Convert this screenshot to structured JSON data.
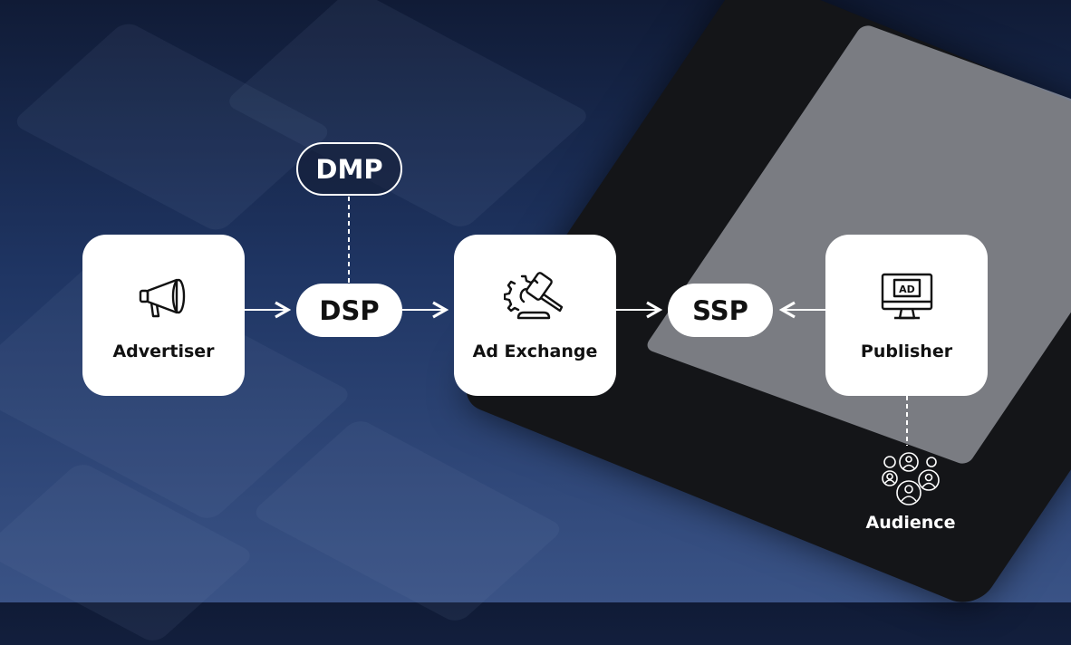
{
  "nodes": {
    "advertiser": {
      "label": "Advertiser",
      "icon": "megaphone-icon"
    },
    "dsp": {
      "label": "DSP"
    },
    "dmp": {
      "label": "DMP"
    },
    "ad_exchange": {
      "label": "Ad Exchange",
      "icon": "gavel-gear-icon"
    },
    "ssp": {
      "label": "SSP"
    },
    "publisher": {
      "label": "Publisher",
      "icon": "monitor-ad-icon"
    },
    "audience": {
      "label": "Audience",
      "icon": "people-group-icon"
    }
  },
  "edges": [
    {
      "from": "Advertiser",
      "to": "DSP",
      "style": "solid-arrow"
    },
    {
      "from": "DMP",
      "to": "DSP",
      "style": "dashed"
    },
    {
      "from": "DSP",
      "to": "Ad Exchange",
      "style": "solid-arrow"
    },
    {
      "from": "Ad Exchange",
      "to": "SSP",
      "style": "solid-arrow"
    },
    {
      "from": "Publisher",
      "to": "SSP",
      "style": "solid-arrow"
    },
    {
      "from": "Publisher",
      "to": "Audience",
      "style": "dashed"
    }
  ],
  "colors": {
    "background": "#1f3563",
    "node": "#ffffff",
    "text": "#111111"
  }
}
